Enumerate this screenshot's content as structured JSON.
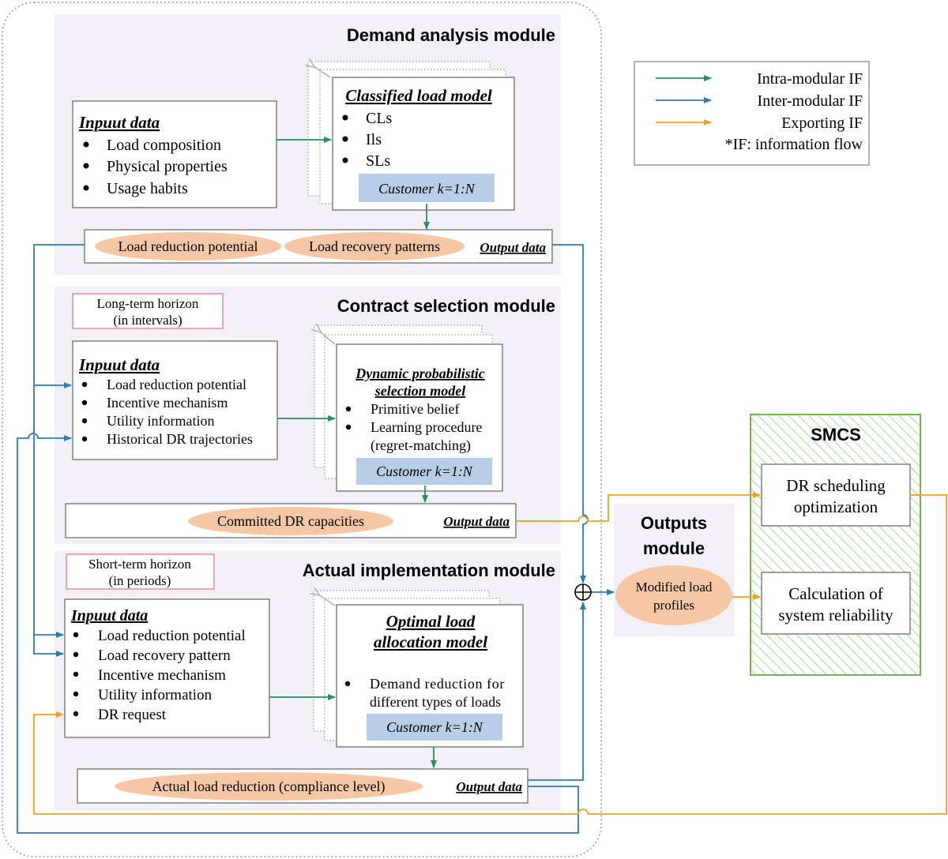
{
  "colors": {
    "intra": "#2e8b62",
    "inter": "#2a7db5",
    "export": "#f0a020",
    "module_bg": "#f3eff6",
    "oval_fill": "#f6c7a4",
    "customer_fill": "#b8cde6",
    "horizon_border": "#e58aa0",
    "smcs_border": "#6db84f",
    "smcs_hatch": "#a6d98e"
  },
  "legend": {
    "intra": "Intra-modular IF",
    "inter": "Inter-modular IF",
    "export": "Exporting IF",
    "note": "*IF: information flow"
  },
  "demand": {
    "title": "Demand analysis module",
    "input_title": "Inpuut data",
    "input_items": [
      "Load composition",
      "Physical properties",
      "Usage habits"
    ],
    "model_title": "Classified load model",
    "model_items": [
      "CLs",
      "Ils",
      "SLs"
    ],
    "customer": "Customer k=1:N",
    "out1": "Load reduction potential",
    "out2": "Load recovery patterns",
    "output_label": "Output data"
  },
  "contract": {
    "title": "Contract selection module",
    "horizon_line1": "Long-term horizon",
    "horizon_line2": "(in intervals)",
    "input_title": "Inpuut data",
    "input_items": [
      "Load reduction potential",
      "Incentive mechanism",
      "Utility information",
      "Historical DR trajectories"
    ],
    "model_title_line1": "Dynamic probabilistic",
    "model_title_line2": "selection model",
    "model_items": [
      "Primitive belief",
      "Learning procedure"
    ],
    "model_item2_cont": "(regret-matching)",
    "customer": "Customer k=1:N",
    "out1": "Committed DR capacities",
    "output_label": "Output data"
  },
  "actual": {
    "title": "Actual implementation module",
    "horizon_line1": "Short-term horizon",
    "horizon_line2": "(in periods)",
    "input_title": "Inpuut data",
    "input_items": [
      "Load reduction potential",
      "Load recovery pattern",
      "Incentive mechanism",
      "Utility information",
      "DR request"
    ],
    "model_title_line1": "Optimal load",
    "model_title_line2": "allocation model",
    "model_item_line1": "Demand reduction for",
    "model_item_line2": "different types of loads",
    "customer": "Customer k=1:N",
    "out1": "Actual load reduction (compliance level)",
    "output_label": "Output data"
  },
  "outputs": {
    "title_line1": "Outputs",
    "title_line2": "module",
    "oval_line1": "Modified load",
    "oval_line2": "profiles"
  },
  "smcs": {
    "title": "SMCS",
    "box1_line1": "DR scheduling",
    "box1_line2": "optimization",
    "box2_line1": "Calculation of",
    "box2_line2": "system reliability"
  }
}
